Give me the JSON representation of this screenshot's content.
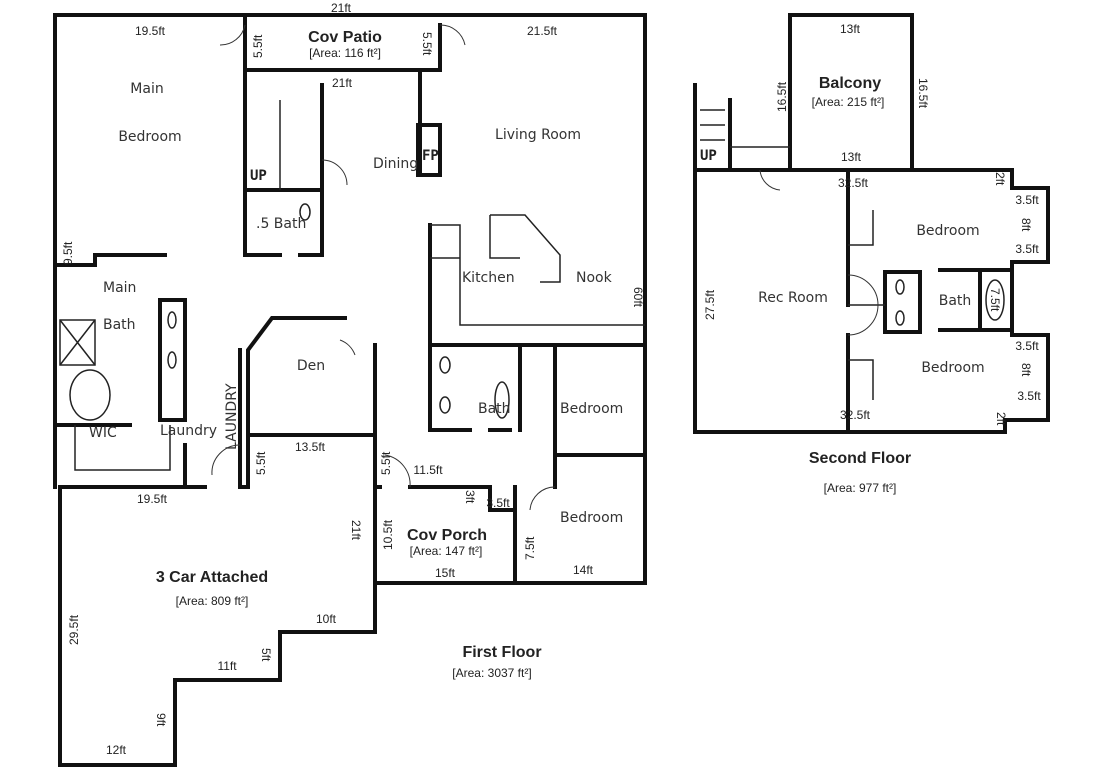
{
  "first_floor": {
    "title": "First Floor",
    "area": "[Area: 3037 ft²]",
    "rooms": {
      "main_bedroom_1": "Main",
      "main_bedroom_2": "Bedroom",
      "living_room": "Living Room",
      "dining": "Dining",
      "half_bath": ".5 Bath",
      "kitchen": "Kitchen",
      "nook": "Nook",
      "main_bath_1": "Main",
      "main_bath_2": "Bath",
      "den": "Den",
      "wic": "WIC",
      "laundry": "Laundry",
      "laundry_vertical": "LAUNDRY",
      "bath": "Bath",
      "bedroom_1": "Bedroom",
      "bedroom_2": "Bedroom",
      "fireplace": "FP",
      "stairs_up": "UP"
    },
    "cov_patio": {
      "name": "Cov Patio",
      "area": "[Area: 116 ft²]"
    },
    "cov_porch": {
      "name": "Cov Porch",
      "area": "[Area: 147 ft²]"
    },
    "garage": {
      "name": "3 Car Attached",
      "area": "[Area: 809 ft²]"
    },
    "dimensions": {
      "top": "21ft",
      "main_top": "19.5ft",
      "living_top": "21.5ft",
      "patio_left": "5.5ft",
      "patio_right": "5.5ft",
      "stair_top": "21ft",
      "bath_side": "9.5ft",
      "right_side": "60ft",
      "den_bottom": "13.5ft",
      "laundry_side": "5.5ft",
      "porch_side_top": "5.5ft",
      "porch_top": "11.5ft",
      "garage_top": "19.5ft",
      "garage_right": "21ft",
      "porch_left": "10.5ft",
      "porch_step_v": "3ft",
      "porch_step_h": "3.5ft",
      "bedroom_side": "7.5ft",
      "porch_bottom": "15ft",
      "bedroom_bottom": "14ft",
      "garage_step1": "10ft",
      "garage_left": "29.5ft",
      "garage_step2_v": "5ft",
      "garage_step2_h": "11ft",
      "garage_step3_v": "9ft",
      "garage_bottom": "12ft"
    }
  },
  "second_floor": {
    "title": "Second Floor",
    "area": "[Area: 977 ft²]",
    "balcony": {
      "name": "Balcony",
      "area": "[Area: 215 ft²]"
    },
    "rooms": {
      "rec_room": "Rec Room",
      "bedroom_top": "Bedroom",
      "bath": "Bath",
      "bedroom_bottom": "Bedroom",
      "stairs_up": "UP"
    },
    "dimensions": {
      "balcony_top": "13ft",
      "balcony_left": "16.5ft",
      "balcony_right": "16.5ft",
      "balcony_bottom": "13ft",
      "top_span": "32.5ft",
      "bottom_span": "32.5ft",
      "rec_side": "27.5ft",
      "bump_top_a": "2ft",
      "bump_top_b": "3.5ft",
      "bump_top_c": "8ft",
      "bump_top_d": "3.5ft",
      "bump_bot_a": "3.5ft",
      "bump_bot_b": "8ft",
      "bump_bot_c": "3.5ft",
      "bump_bot_d": "2ft",
      "tub": "7.5ft"
    }
  }
}
